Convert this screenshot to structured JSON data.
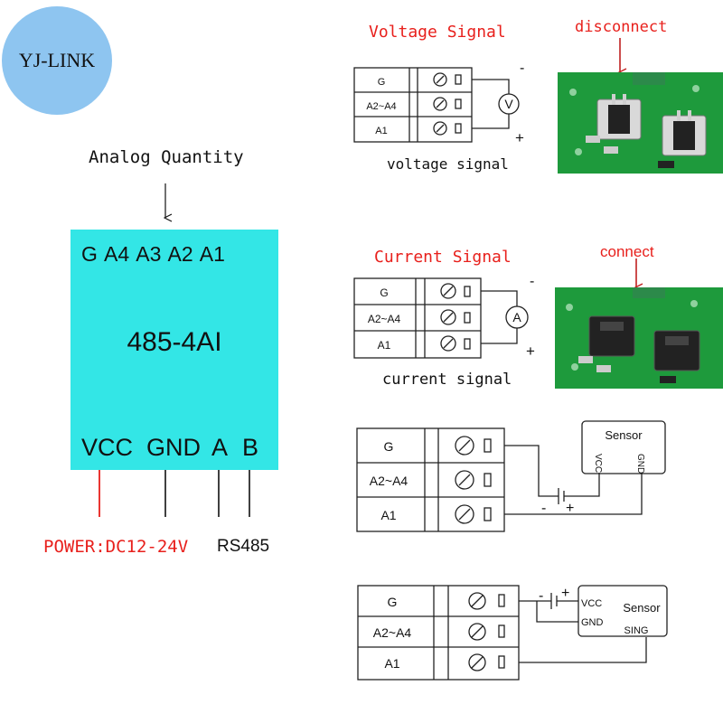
{
  "logo": "YJ-LINK",
  "analog_quantity": "Analog Quantity",
  "module": {
    "pins_top": "G A4 A3 A2 A1",
    "name": "485-4AI",
    "pin_vcc": "VCC",
    "pin_gnd": "GND",
    "pin_a": "A",
    "pin_b": "B"
  },
  "power_label": "POWER:DC12-24V",
  "rs485_label": "RS485",
  "voltage_section": {
    "title": "Voltage Signal",
    "caption": "voltage signal",
    "meter": "V",
    "minus": "-",
    "plus": "+",
    "photo_label": "disconnect"
  },
  "current_section": {
    "title": "Current Signal",
    "caption": "current signal",
    "meter": "A",
    "minus": "-",
    "plus": "+",
    "photo_label": "connect"
  },
  "terminal_rows": [
    "G",
    "A2~A4",
    "A1"
  ],
  "sensor1": {
    "title": "Sensor",
    "vcc": "VCC",
    "gnd": "GND",
    "minus": "-",
    "plus": "+"
  },
  "sensor2": {
    "title": "Sensor",
    "vcc": "VCC",
    "gnd": "GND",
    "sing": "SING",
    "minus": "-",
    "plus": "+"
  },
  "colors": {
    "module": "#33e6e6",
    "logo": "#8ec5f0",
    "accent_red": "#e8201c",
    "pcb_green": "#1e9a3c"
  }
}
